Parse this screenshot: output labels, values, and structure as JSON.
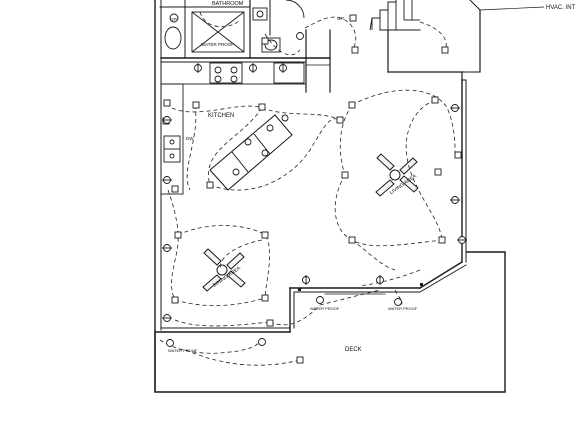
{
  "plan": {
    "labels": {
      "bathroom": "BATHROOM",
      "hvac": "HVAC. INT",
      "kitchen": "KITCHEN",
      "living_area": "LIVING AREA",
      "dining_area": "DINING AREA",
      "deck": "DECK",
      "waterproof_shower": "WATER PROOF",
      "gfi_bath": "GFI",
      "gfi_top": "GFI",
      "dw": "DW",
      "wp_left": "WATER PROOF",
      "wp_center": "WATER PROOF",
      "wp_right": "WATER PROOF"
    },
    "colors": {
      "background": "#ffffff",
      "wall": "#1a1a1a",
      "wiring": "#222222"
    }
  }
}
